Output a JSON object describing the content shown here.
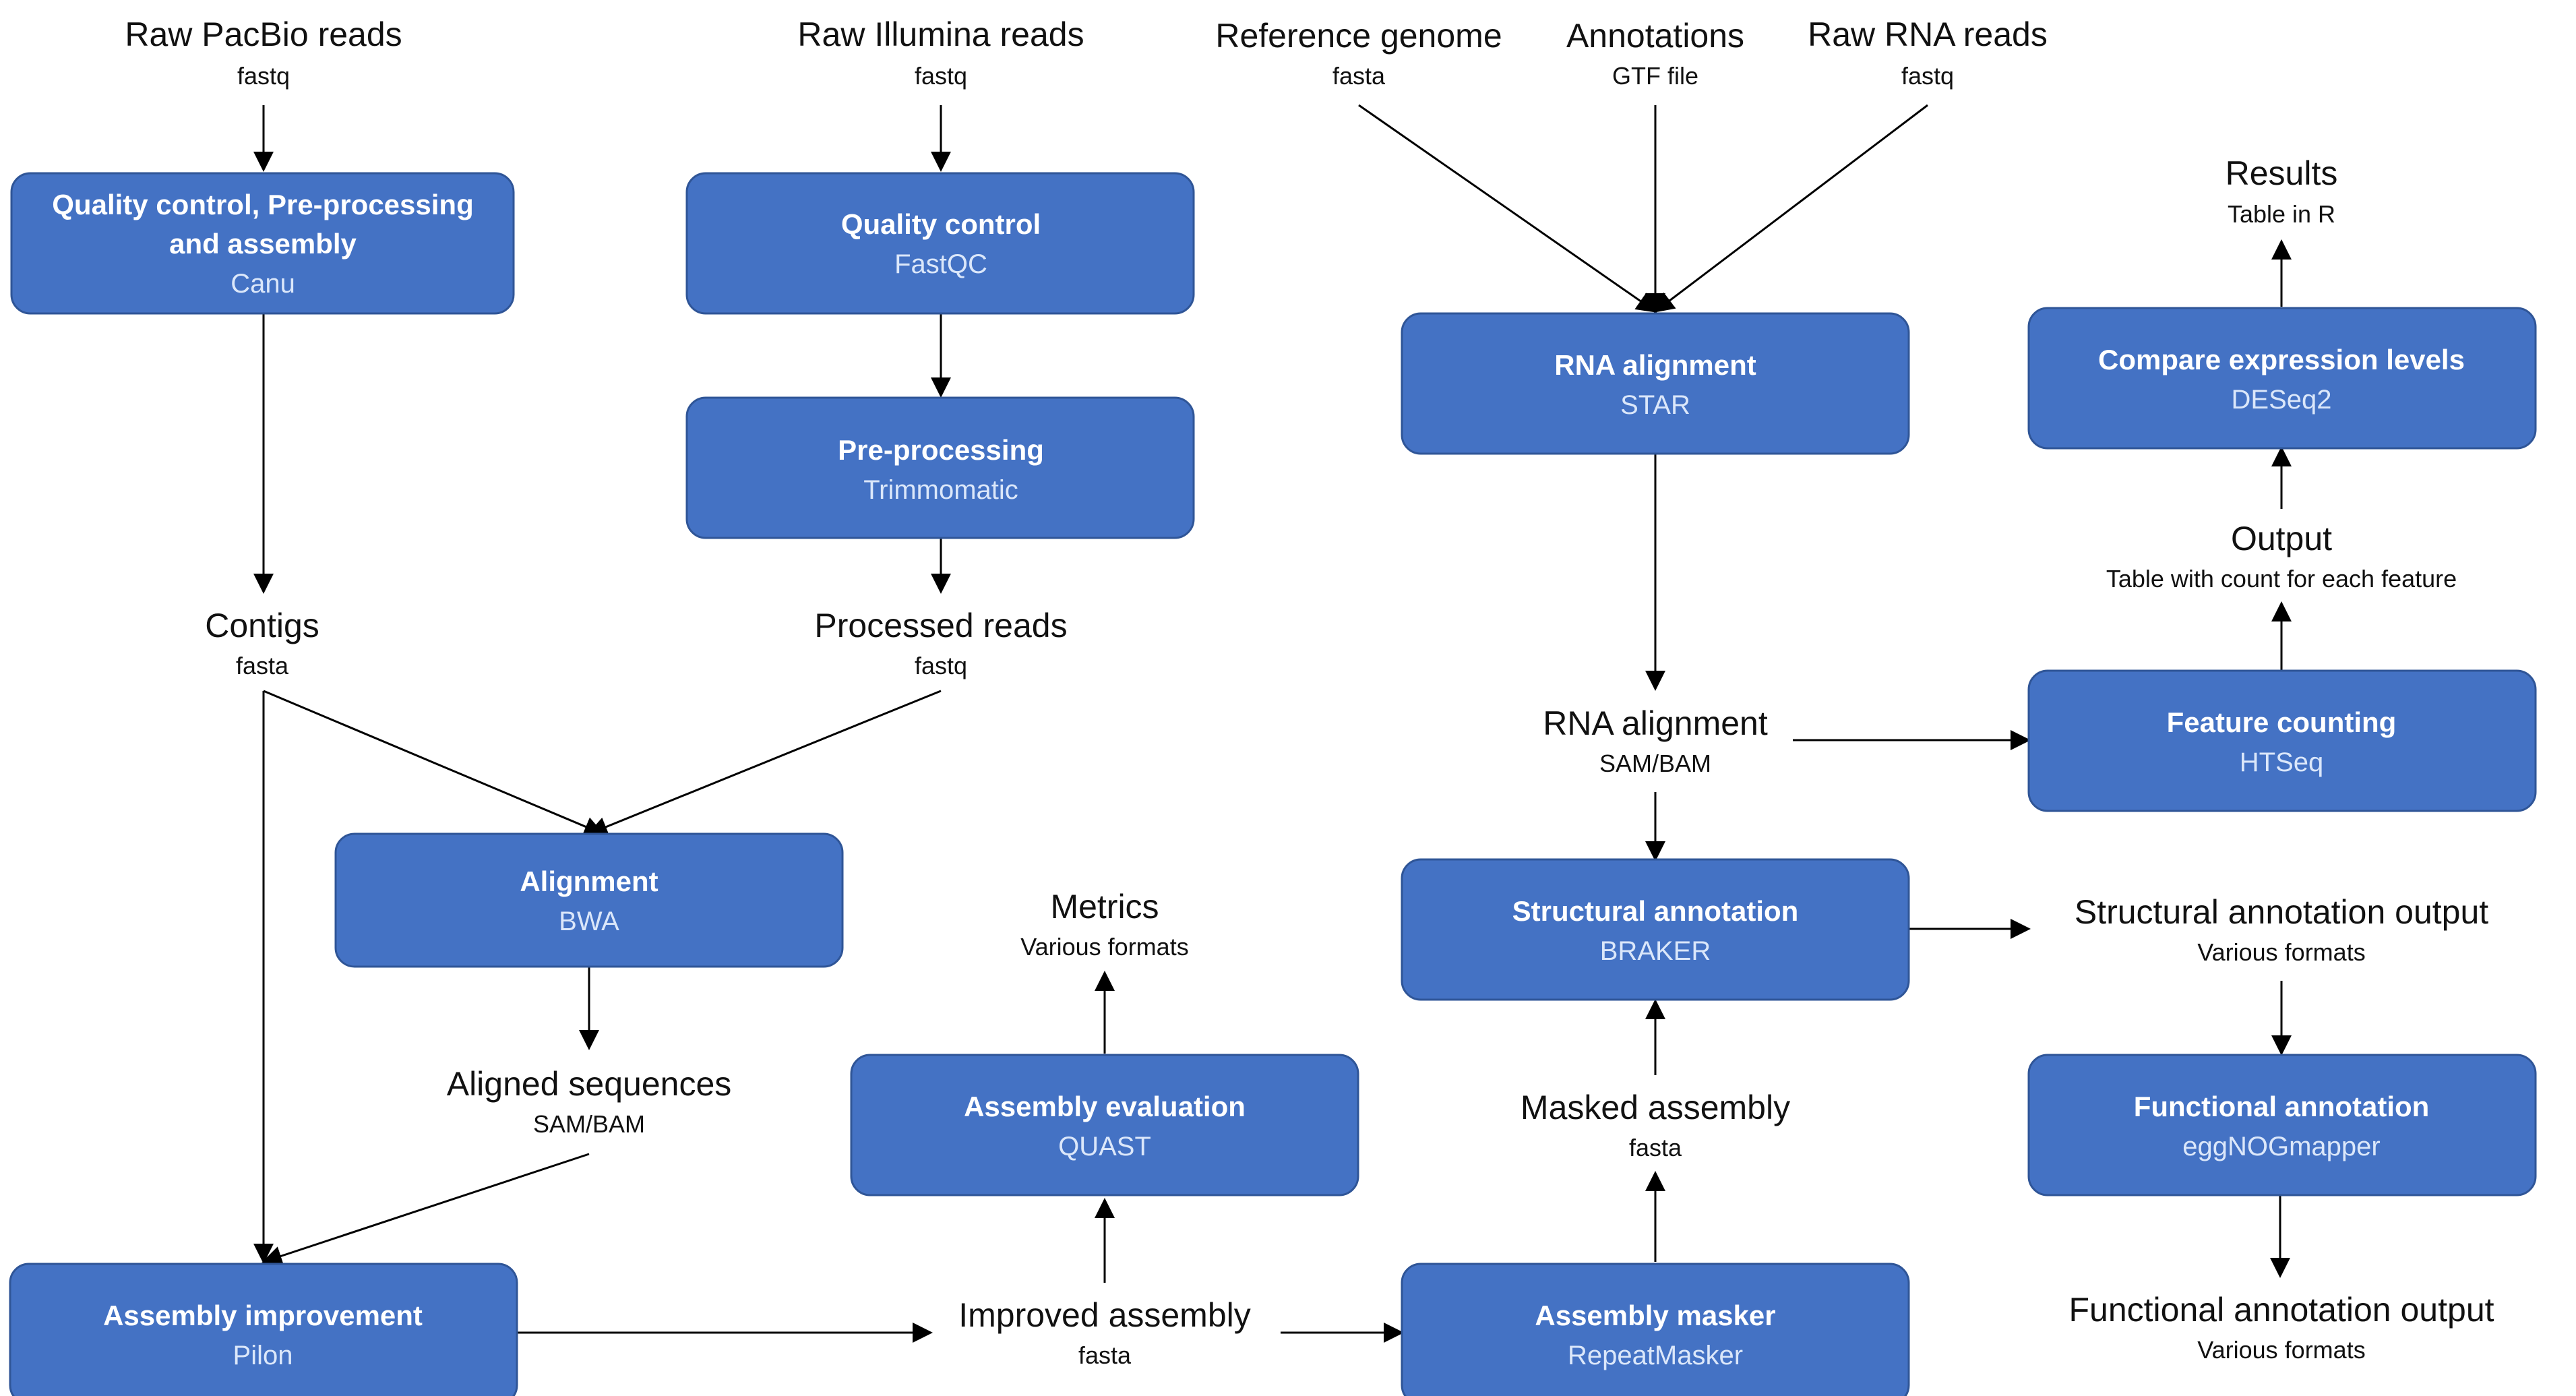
{
  "colors": {
    "box_fill": "#4472c4",
    "box_stroke": "#2f5597",
    "box_title": "#ffffff",
    "box_subtitle": "#dbe7fa",
    "edge": "#000000",
    "text": "#111111"
  },
  "boxes": [
    {
      "id": "b_canu",
      "title": [
        "Quality control, Pre-processing",
        "and assembly"
      ],
      "tool": "Canu"
    },
    {
      "id": "b_fastqc",
      "title": [
        "Quality control"
      ],
      "tool": "FastQC"
    },
    {
      "id": "b_trim",
      "title": [
        "Pre-processing"
      ],
      "tool": "Trimmomatic"
    },
    {
      "id": "b_bwa",
      "title": [
        "Alignment"
      ],
      "tool": "BWA"
    },
    {
      "id": "b_pilon",
      "title": [
        "Assembly improvement"
      ],
      "tool": "Pilon"
    },
    {
      "id": "b_quast",
      "title": [
        "Assembly evaluation"
      ],
      "tool": "QUAST"
    },
    {
      "id": "b_repeat",
      "title": [
        "Assembly masker"
      ],
      "tool": "RepeatMasker"
    },
    {
      "id": "b_braker",
      "title": [
        "Structural annotation"
      ],
      "tool": "BRAKER"
    },
    {
      "id": "b_star",
      "title": [
        "RNA alignment"
      ],
      "tool": "STAR"
    },
    {
      "id": "b_htseq",
      "title": [
        "Feature counting"
      ],
      "tool": "HTSeq"
    },
    {
      "id": "b_deseq",
      "title": [
        "Compare expression levels"
      ],
      "tool": "DESeq2"
    },
    {
      "id": "b_egg",
      "title": [
        "Functional annotation"
      ],
      "tool": "eggNOGmapper"
    }
  ],
  "nodes": [
    {
      "id": "n_pacbio",
      "title": "Raw PacBio reads",
      "format": "fastq"
    },
    {
      "id": "n_illumina",
      "title": "Raw Illumina reads",
      "format": "fastq"
    },
    {
      "id": "n_ref",
      "title": "Reference genome",
      "format": "fasta"
    },
    {
      "id": "n_annot",
      "title": "Annotations",
      "format": "GTF file"
    },
    {
      "id": "n_rna",
      "title": "Raw RNA reads",
      "format": "fastq"
    },
    {
      "id": "n_results",
      "title": "Results",
      "format": "Table in R"
    },
    {
      "id": "n_contigs",
      "title": "Contigs",
      "format": "fasta"
    },
    {
      "id": "n_processed",
      "title": "Processed reads",
      "format": "fastq"
    },
    {
      "id": "n_output",
      "title": "Output",
      "format": "Table with count for each feature"
    },
    {
      "id": "n_rnaalign",
      "title": "RNA alignment",
      "format": "SAM/BAM"
    },
    {
      "id": "n_metrics",
      "title": "Metrics",
      "format": "Various formats"
    },
    {
      "id": "n_structout",
      "title": "Structural annotation output",
      "format": "Various formats"
    },
    {
      "id": "n_aligned",
      "title": "Aligned sequences",
      "format": "SAM/BAM"
    },
    {
      "id": "n_masked",
      "title": "Masked assembly",
      "format": "fasta"
    },
    {
      "id": "n_improved",
      "title": "Improved assembly",
      "format": "fasta"
    },
    {
      "id": "n_funcout",
      "title": "Functional annotation output",
      "format": "Various formats"
    }
  ]
}
